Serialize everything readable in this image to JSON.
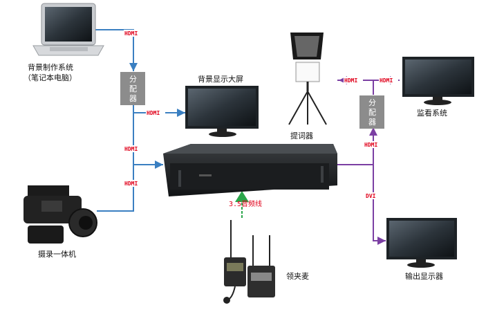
{
  "labels": {
    "laptop": "背景制作系统",
    "laptop_sub": "（笔记本电脑）",
    "big_screen": "背景显示大屏",
    "teleprompter": "提词器",
    "monitor_system": "监看系统",
    "camcorder": "摄录一体机",
    "mic": "领夹麦",
    "output_display": "输出显示器"
  },
  "splitters": {
    "left": [
      "分",
      "配",
      "器"
    ],
    "right": [
      "分",
      "配",
      "器"
    ]
  },
  "connections": {
    "hdmi": "HDMI",
    "dvi": "DVI",
    "audio": "3.5音频线"
  },
  "colors": {
    "blue_line": "#3a7fc1",
    "purple_line": "#7b3fa3",
    "green_arrow": "#2aa54a",
    "tag_red": "#e0001a",
    "splitter_gray": "#8c8c8c"
  }
}
